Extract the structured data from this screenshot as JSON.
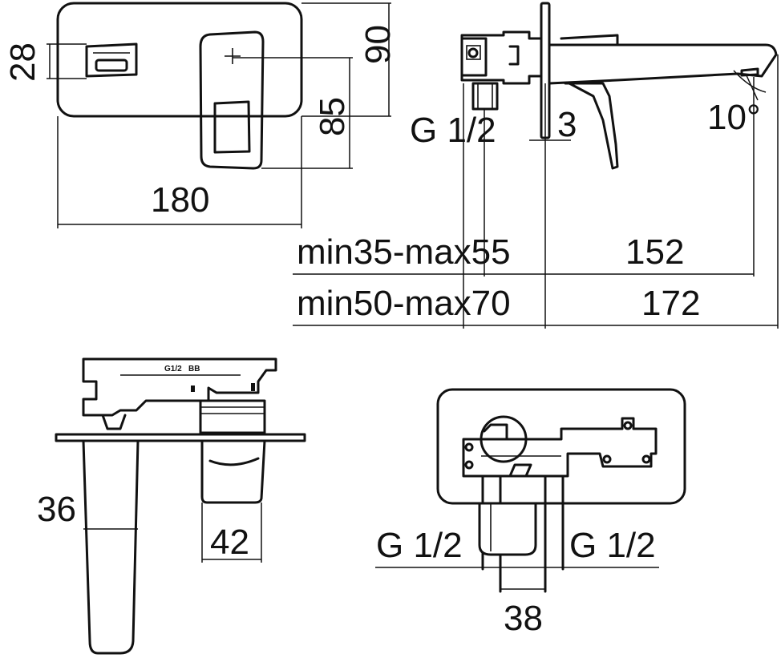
{
  "labels": {
    "h28": "28",
    "h90": "90",
    "h85": "85",
    "w180": "180",
    "thread_top": "G 1/2",
    "plate_thickness": "3",
    "angle": "10°",
    "range1": "min35-max55",
    "range2": "min50-max70",
    "len152": "152",
    "len172": "172",
    "w36": "36",
    "w42": "42",
    "thread_left": "G 1/2",
    "thread_right": "G 1/2",
    "w38": "38",
    "engrave1": "G1/2",
    "engrave2": "BB"
  }
}
